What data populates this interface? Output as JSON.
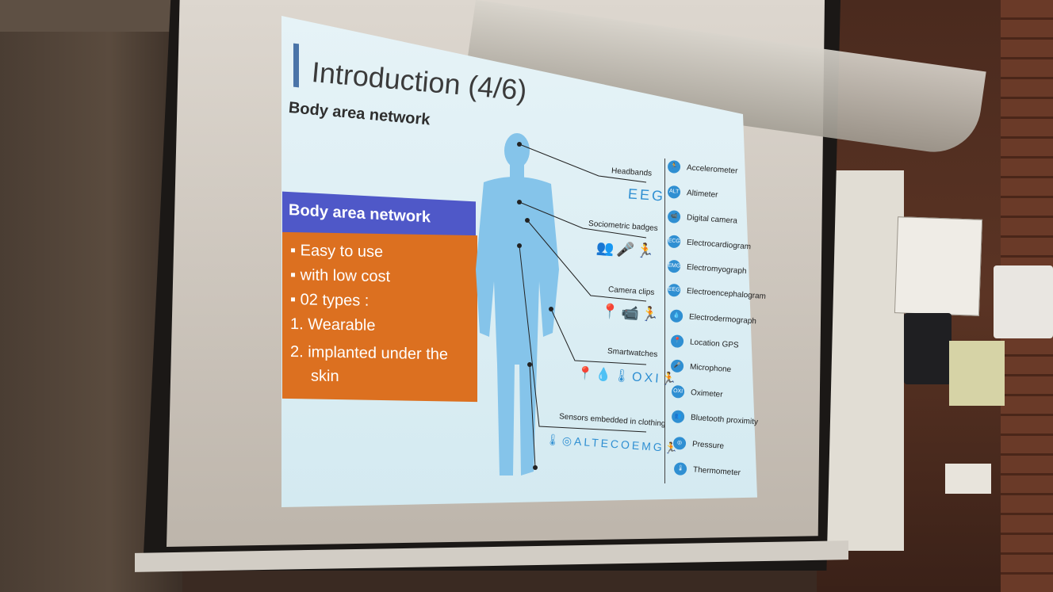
{
  "slide": {
    "title": "Introduction (4/6)",
    "subtitle": "Body area network",
    "box_heading": "Body area network",
    "box_items": [
      "▪      Easy to use",
      "▪      with low cost",
      "▪      02 types :",
      "1.  Wearable",
      "2.  implanted under the",
      "skin"
    ]
  },
  "figure": {
    "labels": [
      {
        "text": "Headbands",
        "icons": "EEG"
      },
      {
        "text": "Sociometric badges",
        "icons": "👥🎤🏃"
      },
      {
        "text": "Camera clips",
        "icons": "📍📹🏃"
      },
      {
        "text": "Smartwatches",
        "icons": "📍💧🌡OXI🏃"
      },
      {
        "text": "Sensors embedded in clothing",
        "icons": "🌡◎ALTECOEMG🏃"
      }
    ]
  },
  "legend": [
    {
      "icon": "🏃",
      "label": "Accelerometer"
    },
    {
      "icon": "ALT",
      "label": "Altimeter"
    },
    {
      "icon": "📹",
      "label": "Digital camera"
    },
    {
      "icon": "ECG",
      "label": "Electrocardiogram"
    },
    {
      "icon": "EMG",
      "label": "Electromyograph"
    },
    {
      "icon": "EEG",
      "label": "Electroencephalogram"
    },
    {
      "icon": "💧",
      "label": "Electrodermograph"
    },
    {
      "icon": "📍",
      "label": "Location GPS"
    },
    {
      "icon": "🎤",
      "label": "Microphone"
    },
    {
      "icon": "OXI",
      "label": "Oximeter"
    },
    {
      "icon": "👥",
      "label": "Bluetooth proximity"
    },
    {
      "icon": "◎",
      "label": "Pressure"
    },
    {
      "icon": "🌡",
      "label": "Thermometer"
    }
  ],
  "colors": {
    "accent_blue": "#2f8fd2",
    "box_heading": "#4f58c8",
    "box_body": "#dc7020"
  }
}
